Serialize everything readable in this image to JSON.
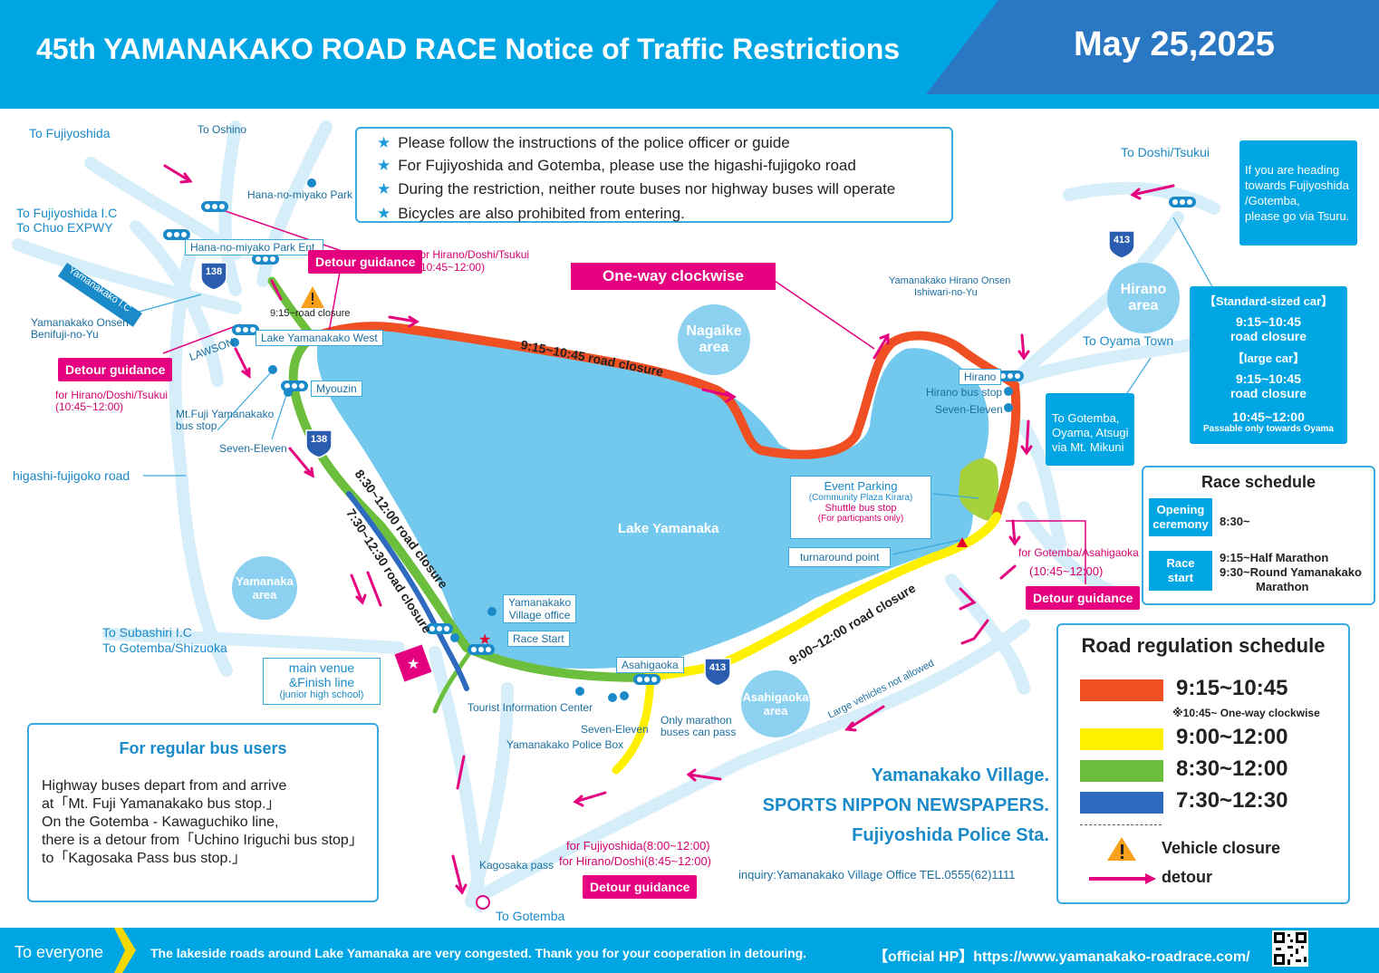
{
  "header": {
    "title": "45th YAMANAKAKO ROAD RACE Notice of Traffic Restrictions",
    "date": "May 25,2025"
  },
  "notice": {
    "items": [
      "Please follow the instructions of the police officer or guide",
      "For Fujiyoshida and Gotemba, please use the higashi-fujigoko road",
      "During the restriction, neither route buses nor highway buses will operate",
      "Bicycles are also prohibited from entering."
    ]
  },
  "map": {
    "labels": {
      "to_fujiyoshida": "To Fujiyoshida",
      "to_oshino": "To Oshino",
      "hana_park": "Hana-no-miyako Park",
      "to_fujiyoshida_ic": "To Fujiyoshida I.C",
      "to_chuo": "To Chuo EXPWY",
      "hana_park_ent": "Hana-no-miyako Park Ent.",
      "yamanakako_ic": "Yamanakako I.C",
      "onsen_benifuji": "Yamanakako Onsen",
      "onsen_benifuji2": "Benifuji-no-Yu",
      "lawson": "LAWSON",
      "lake_west": "Lake Yamanakako West",
      "myouzin": "Myouzin",
      "mtfuji_bus": "Mt.Fuji Yamanakako",
      "mtfuji_bus2": "bus stop",
      "seven_west": "Seven-Eleven",
      "higashi_road": "higashi-fujigoko road",
      "subashiri": "To Subashiri  I.C",
      "gotemba_shizuoka": "To Gotemba/Shizuoka",
      "village_office": "Yamanakako",
      "village_office2": "Village office",
      "race_start": "Race Start",
      "asahigaoka": "Asahigaoka",
      "tourist_center": "Tourist Information Center",
      "seven_south": "Seven-Eleven",
      "police_box": "Yamanakako Police Box",
      "only_marathon": "Only marathon",
      "only_marathon2": "buses can pass",
      "kagosaka": "Kagosaka pass",
      "to_gotemba": "To Gotemba",
      "lake": "Lake Yamanaka",
      "turnaround": "turnaround point",
      "event_parking": "Event Parking",
      "event_parking2": "(Community Plaza Kirara)",
      "shuttle": "Shuttle bus stop",
      "shuttle2": "(For particpants only)",
      "hirano": "Hirano",
      "hirano_bus": "Hirano bus stop",
      "seven_east": "Seven-Eleven",
      "hirano_onsen": "Yamanakako Hirano Onsen",
      "hirano_onsen2": "Ishiwari-no-Yu",
      "to_doshi": "To Doshi/Tsukui",
      "to_oyama": "To Oyama Town",
      "large_vehicles": "Large vehicles not allowed",
      "road_closure_915": "9:15~road closure",
      "main_venue": "main venue",
      "main_venue2": "&Finish line",
      "main_venue3": "(junior high school)"
    },
    "routes": {
      "r138a": "138",
      "r138b": "138",
      "r413a": "413",
      "r413b": "413"
    },
    "areas": {
      "nagaike": [
        "Nagaike",
        "area"
      ],
      "hirano": [
        "Hirano",
        "area"
      ],
      "yamanaka": [
        "Yamanaka",
        "area"
      ],
      "asahigaoka": [
        "Asahigaoka",
        "area"
      ]
    },
    "road_labels": {
      "red": "9:15~10:45 road closure",
      "green": "8:30~12:00 road closure",
      "blue": "7:30~12:30 road closure",
      "yellow": "9:00~12:00 road closure"
    },
    "one_way": "One-way clockwise",
    "detours": {
      "top": {
        "label": "Detour guidance",
        "for": "for Hirano/Doshi/Tsukui",
        "time": "(10:45~12:00)"
      },
      "left": {
        "label": "Detour guidance",
        "for": "for Hirano/Doshi/Tsukui",
        "time": "(10:45~12:00)"
      },
      "right": {
        "label": "Detour guidance",
        "for": "for Gotemba/Asahigaoka",
        "time": "(10:45~12:00)"
      },
      "bottom": {
        "label": "Detour guidance",
        "for1": "for Fujiyoshida(8:00~12:00)",
        "for2": "for Hirano/Doshi(8:45~12:00)"
      }
    }
  },
  "tsuru_box": [
    "If you are heading",
    "towards Fujiyoshida",
    "/Gotemba,",
    "please go via Tsuru."
  ],
  "mikuni_box": [
    "To Gotemba,",
    "Oyama, Atsugi",
    "via Mt. Mikuni"
  ],
  "car_box": {
    "standard": "【Standard-sized car】",
    "standard_time": "9:15~10:45",
    "standard_note": "road closure",
    "large": "【large car】",
    "large_time": "9:15~10:45",
    "large_note": "road closure",
    "after_time": "10:45~12:00",
    "after_note": "Passable only towards Oyama"
  },
  "race_schedule": {
    "title": "Race schedule",
    "opening_tag": [
      "Opening",
      "ceremony"
    ],
    "opening_time": "8:30~",
    "start_tag": [
      "Race",
      "start"
    ],
    "half": "9:15~Half Marathon",
    "round": "9:30~Round Yamanakako",
    "round2": "Marathon"
  },
  "regulation": {
    "title": "Road regulation schedule",
    "rows": [
      {
        "time": "9:15~10:45",
        "color": "#f04e23"
      },
      {
        "time": "9:00~12:00",
        "color": "#fff000"
      },
      {
        "time": "8:30~12:00",
        "color": "#6cbf3c"
      },
      {
        "time": "7:30~12:30",
        "color": "#2e6bc0"
      }
    ],
    "note": "※10:45~ One-way clockwise",
    "closure": "Vehicle closure",
    "detour": "detour"
  },
  "bus": {
    "title": "For regular bus users",
    "lines": [
      "Highway buses depart from and arrive",
      "at「Mt. Fuji Yamanakako bus stop.」",
      "On the Gotemba - Kawaguchiko line,",
      "there is a detour from「Uchino Iriguchi bus stop」",
      "to「Kagosaka Pass bus stop.」"
    ]
  },
  "organizers": [
    "Yamanakako Village.",
    "SPORTS NIPPON NEWSPAPERS.",
    "Fujiyoshida Police Sta."
  ],
  "inquiry": "inquiry:Yamanakako Village Office TEL.0555(62)1111",
  "footer": {
    "everyone": "To everyone",
    "message": "The lakeside roads around Lake Yamanaka are very congested. Thank you for your cooperation in detouring.",
    "hp": "【official HP】https://www.yamanakako-roadrace.com/"
  },
  "colors": {
    "brand_blue": "#00a6e4",
    "dark_blue": "#2a78c4",
    "pink": "#e4007f",
    "lake": "#73c8ee",
    "red_road": "#f04e23",
    "yellow_road": "#fff000",
    "green_road": "#6cbf3c",
    "blue_road": "#2e6bc0"
  }
}
